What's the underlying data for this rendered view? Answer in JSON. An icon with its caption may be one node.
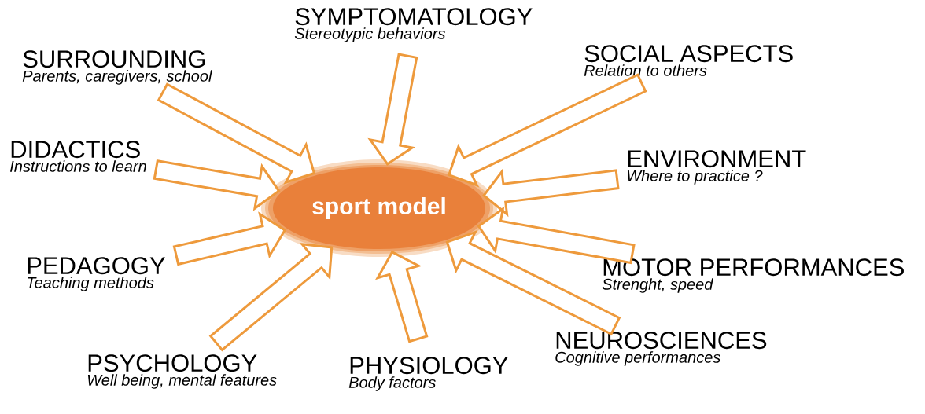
{
  "diagram": {
    "nodes": [
      {
        "text": [
          "sport model"
        ]
      },
      {
        "text": [
          "SYMPTOMATOLOGY",
          "Stereotypic behaviors"
        ]
      },
      {
        "text": [
          "SURROUNDING",
          "Parents, caregivers, school"
        ]
      },
      {
        "text": [
          "SOCIAL ASPECTS",
          "Relation to others"
        ]
      },
      {
        "text": [
          "DIDACTICS",
          "Instructions to learn"
        ]
      },
      {
        "text": [
          "ENVIRONMENT",
          "Where to practice ?"
        ]
      },
      {
        "text": [
          "PEDAGOGY",
          "Teaching methods"
        ]
      },
      {
        "text": [
          "MOTOR PERFORMANCES",
          "Strenght, speed"
        ]
      },
      {
        "text": [
          "NEUROSCIENCES",
          "Cognitive performances"
        ]
      },
      {
        "text": [
          "PSYCHOLOGY",
          "Well being, mental features"
        ]
      },
      {
        "text": [
          "PHYSIOLOGY",
          "Body factors"
        ]
      }
    ],
    "edges": [
      {
        "from": 1,
        "to": 0,
        "arrow": "to"
      },
      {
        "from": 2,
        "to": 0,
        "arrow": "to"
      },
      {
        "from": 3,
        "to": 0,
        "arrow": "to"
      },
      {
        "from": 4,
        "to": 0,
        "arrow": "to"
      },
      {
        "from": 5,
        "to": 0,
        "arrow": "to"
      },
      {
        "from": 6,
        "to": 0,
        "arrow": "to"
      },
      {
        "from": 7,
        "to": 0,
        "arrow": "to"
      },
      {
        "from": 8,
        "to": 0,
        "arrow": "to"
      },
      {
        "from": 9,
        "to": 0,
        "arrow": "to"
      },
      {
        "from": 10,
        "to": 0,
        "arrow": "to"
      }
    ]
  }
}
